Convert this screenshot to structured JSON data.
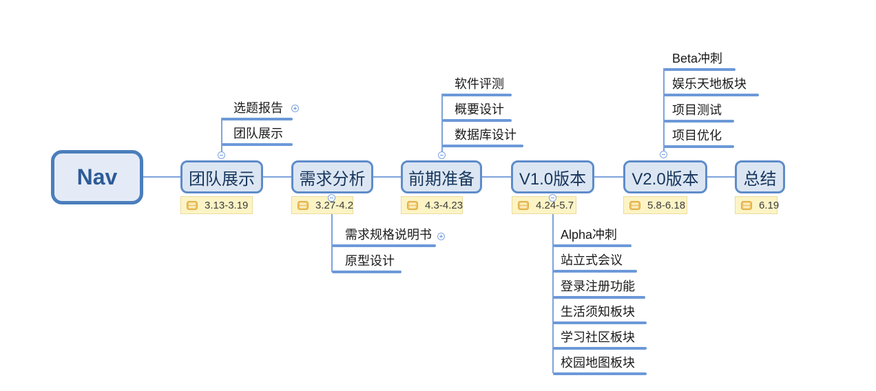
{
  "root": {
    "label": "Nav"
  },
  "topics": [
    {
      "label": "团队展示",
      "date": "3.13-3.19",
      "children": [
        {
          "label": "选题报告"
        },
        {
          "label": "团队展示"
        }
      ]
    },
    {
      "label": "需求分析",
      "date": "3.27-4.2",
      "children": [
        {
          "label": "需求规格说明书"
        },
        {
          "label": "原型设计"
        }
      ]
    },
    {
      "label": "前期准备",
      "date": "4.3-4.23",
      "children": [
        {
          "label": "软件评测"
        },
        {
          "label": "概要设计"
        },
        {
          "label": "数据库设计"
        }
      ]
    },
    {
      "label": "V1.0版本",
      "date": "4.24-5.7",
      "children": [
        {
          "label": "Alpha冲刺"
        },
        {
          "label": "站立式会议"
        },
        {
          "label": "登录注册功能"
        },
        {
          "label": "生活须知板块"
        },
        {
          "label": "学习社区板块"
        },
        {
          "label": "校园地图板块"
        }
      ]
    },
    {
      "label": "V2.0版本",
      "date": "5.8-6.18",
      "children": [
        {
          "label": "Beta冲刺"
        },
        {
          "label": "娱乐天地板块"
        },
        {
          "label": "项目测试"
        },
        {
          "label": "项目优化"
        }
      ]
    },
    {
      "label": "总结",
      "date": "6.19",
      "children": []
    }
  ],
  "colors": {
    "topic_fill": "#dce6f3",
    "topic_border": "#5e8cca",
    "root_fill": "#e4ebf7",
    "root_border": "#4a7ebb",
    "connector": "#7da3dc",
    "subtopic_underline": "#6c99d8",
    "date_label_bg": "#fdf4c5",
    "date_label_border": "#e9dc9c",
    "date_icon": "#eec35f"
  }
}
